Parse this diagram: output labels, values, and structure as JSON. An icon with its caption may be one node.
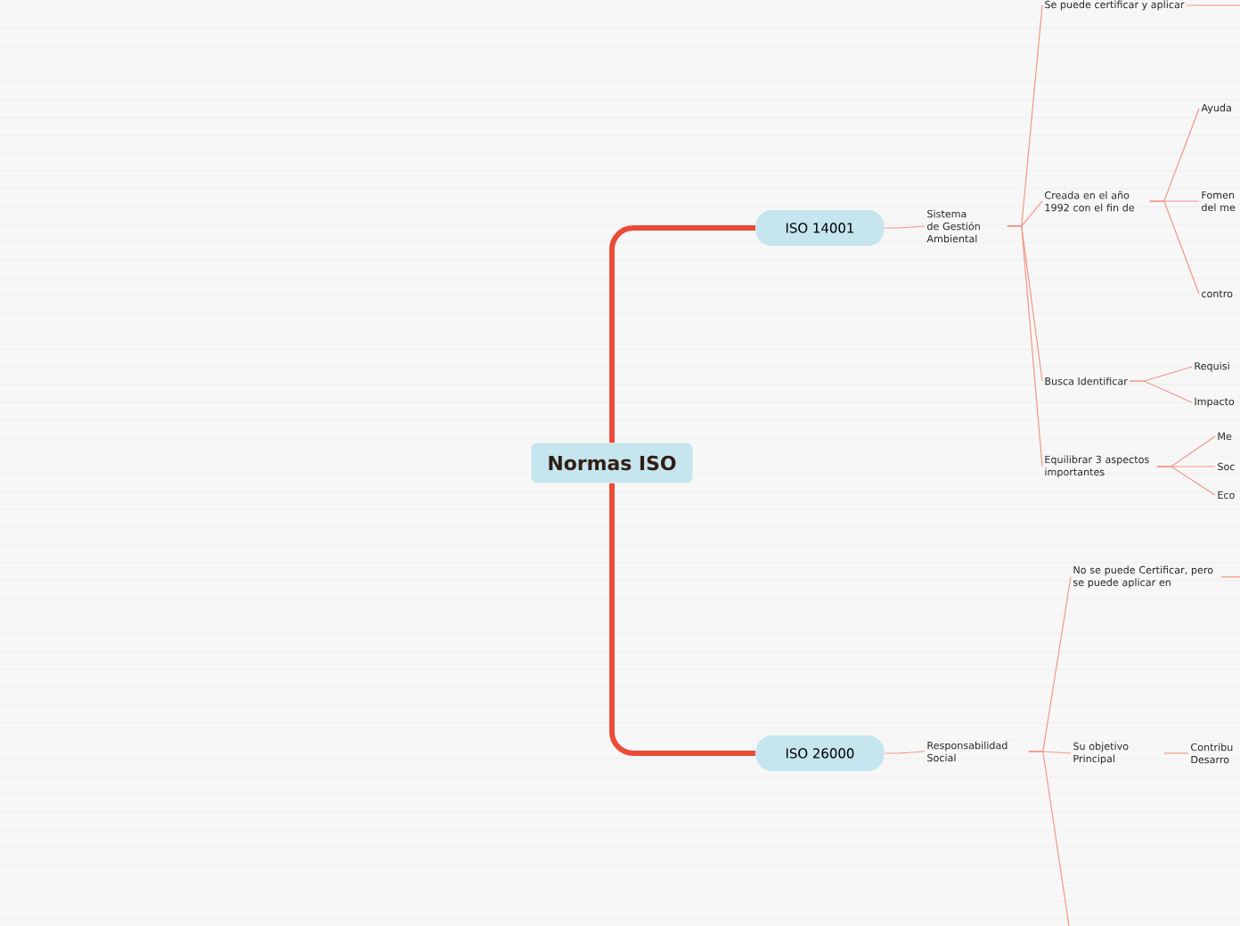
{
  "diagram": {
    "nodes": [
      {
        "text": [
          "Normas ISO"
        ]
      },
      {
        "text": [
          "ISO 14001"
        ]
      },
      {
        "text": [
          "ISO 26000"
        ]
      },
      {
        "text": [
          "Sistema de Gestión Ambiental"
        ]
      },
      {
        "text": [
          "Se puede certificar y aplicar"
        ]
      },
      {
        "text": [
          "Creada en el año 1992 con el fin de"
        ]
      },
      {
        "text": [
          "Busca Identificar"
        ]
      },
      {
        "text": [
          "Equilibrar 3 aspectos importantes"
        ]
      },
      {
        "text": [
          "Ayuda"
        ]
      },
      {
        "text": [
          "Fomen del me"
        ]
      },
      {
        "text": [
          "contro"
        ]
      },
      {
        "text": [
          "Requisi"
        ]
      },
      {
        "text": [
          "Impacto"
        ]
      },
      {
        "text": [
          "Me"
        ]
      },
      {
        "text": [
          "Soc"
        ]
      },
      {
        "text": [
          "Eco"
        ]
      },
      {
        "text": [
          "Responsabilidad Social"
        ]
      },
      {
        "text": [
          "No se puede Certificar, pero se puede aplicar en"
        ]
      },
      {
        "text": [
          "Su objetivo Principal"
        ]
      },
      {
        "text": [
          "Contribu Desarro"
        ]
      }
    ],
    "edges": [
      {
        "from": 0,
        "to": 1,
        "arrow": "none",
        "style": "thick"
      },
      {
        "from": 0,
        "to": 2,
        "arrow": "none",
        "style": "thick"
      },
      {
        "from": 1,
        "to": 3,
        "arrow": "none"
      },
      {
        "from": 3,
        "to": 4,
        "arrow": "none"
      },
      {
        "from": 3,
        "to": 5,
        "arrow": "none"
      },
      {
        "from": 3,
        "to": 6,
        "arrow": "none"
      },
      {
        "from": 3,
        "to": 7,
        "arrow": "none"
      },
      {
        "from": 4,
        "to": null,
        "arrow": "none"
      },
      {
        "from": 5,
        "to": 8,
        "arrow": "none"
      },
      {
        "from": 5,
        "to": 9,
        "arrow": "none"
      },
      {
        "from": 5,
        "to": 10,
        "arrow": "none"
      },
      {
        "from": 6,
        "to": 11,
        "arrow": "none"
      },
      {
        "from": 6,
        "to": 12,
        "arrow": "none"
      },
      {
        "from": 7,
        "to": 13,
        "arrow": "none"
      },
      {
        "from": 7,
        "to": 14,
        "arrow": "none"
      },
      {
        "from": 7,
        "to": 15,
        "arrow": "none"
      },
      {
        "from": 2,
        "to": 16,
        "arrow": "none"
      },
      {
        "from": 16,
        "to": 17,
        "arrow": "none"
      },
      {
        "from": 16,
        "to": 18,
        "arrow": "none"
      },
      {
        "from": 16,
        "to": null,
        "arrow": "none"
      },
      {
        "from": 17,
        "to": null,
        "arrow": "none"
      },
      {
        "from": 18,
        "to": 19,
        "arrow": "none"
      }
    ]
  }
}
